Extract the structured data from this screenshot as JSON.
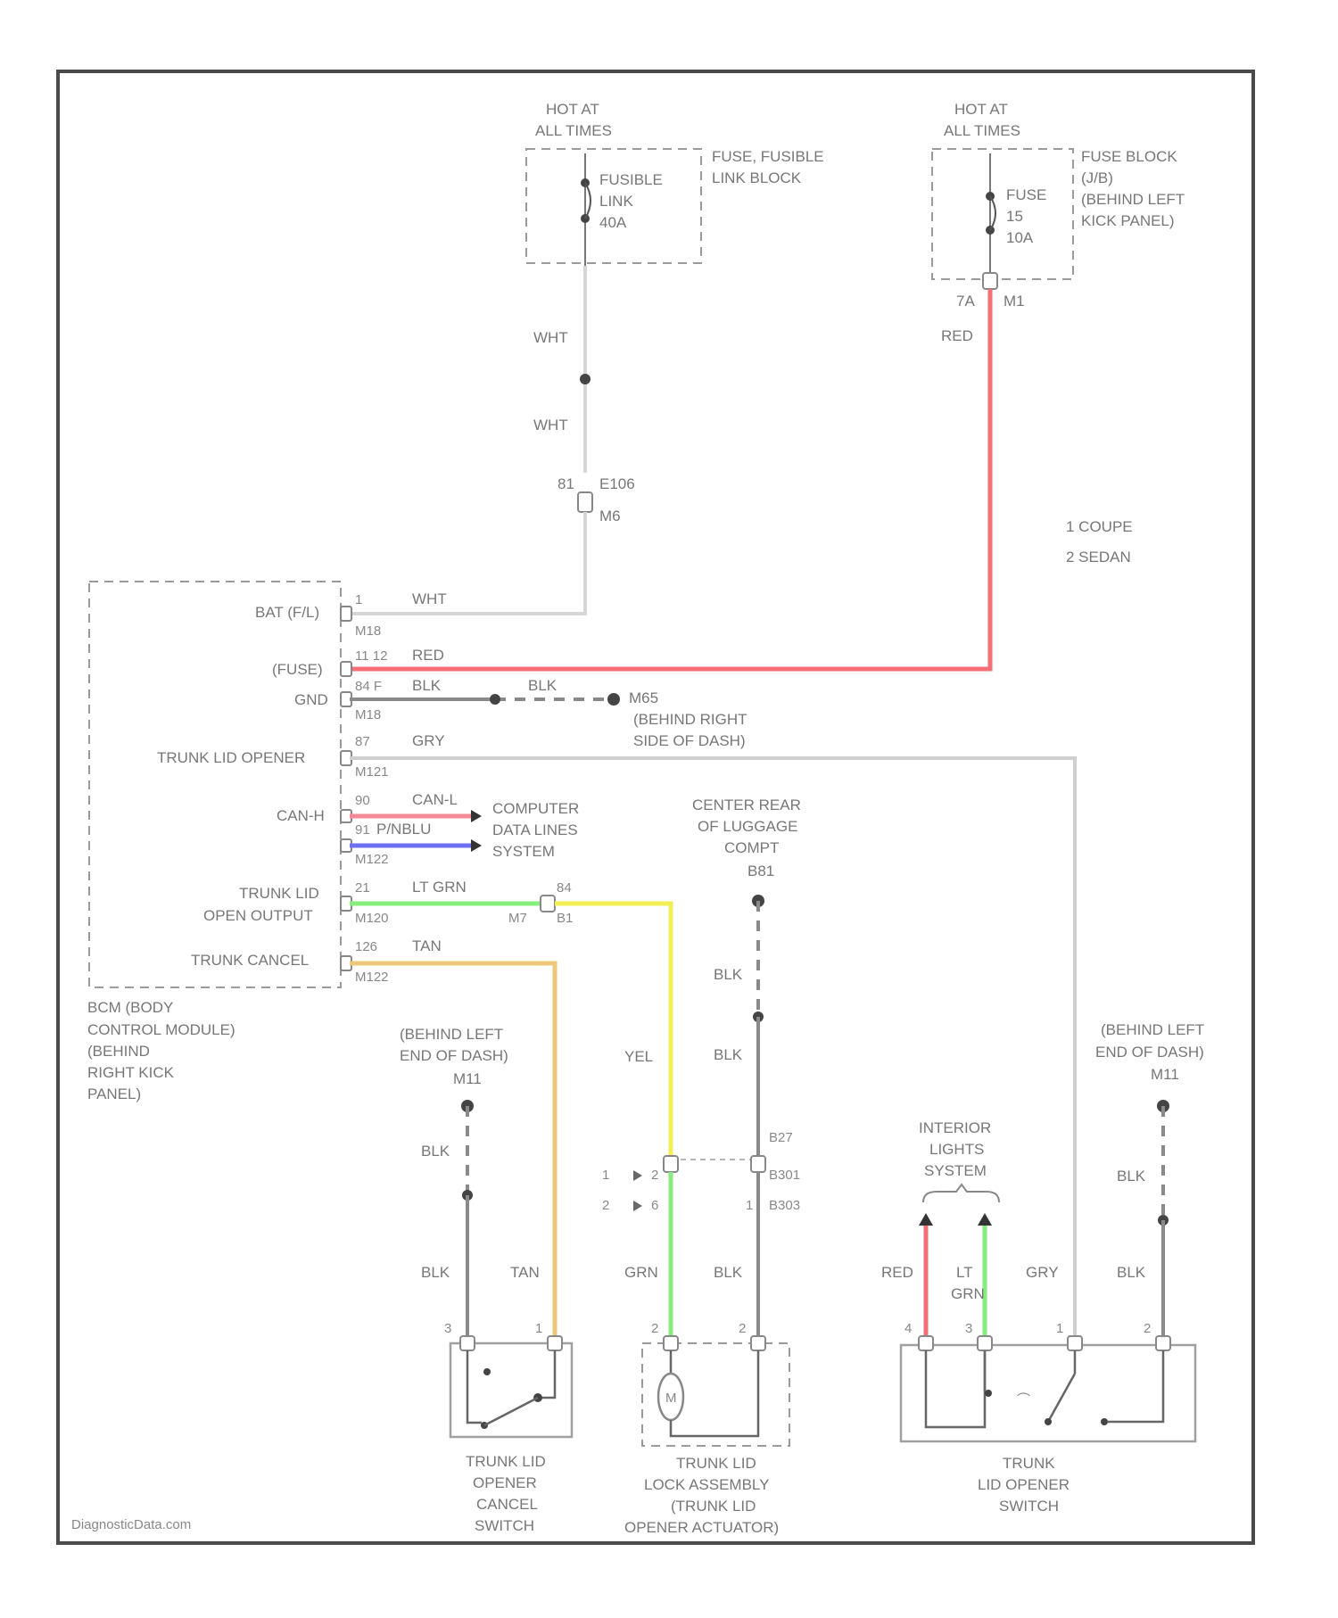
{
  "colors": {
    "wht": "#d6d6d6",
    "red": "#f56f77",
    "blk": "#8a8a8a",
    "gry": "#cfcfcf",
    "can_l": "#f58a96",
    "can_h": "#6f6ff2",
    "lt_grn": "#86ee7c",
    "yel": "#f2ef55",
    "tan": "#edc77a",
    "grn": "#8aec7e"
  },
  "sources": {
    "left": {
      "hot": [
        "HOT AT",
        "ALL TIMES"
      ],
      "fuse": [
        "FUSIBLE",
        "LINK",
        "40A"
      ],
      "block": [
        "FUSE, FUSIBLE",
        "LINK BLOCK"
      ]
    },
    "right": {
      "hot": [
        "HOT AT",
        "ALL TIMES"
      ],
      "fuse": [
        "FUSE",
        "15",
        "10A"
      ],
      "block": [
        "FUSE BLOCK",
        "(J/B)",
        "(BEHIND LEFT",
        "KICK PANEL)"
      ],
      "pins": [
        "7A",
        "M1"
      ]
    }
  },
  "wire_labels": {
    "wht1": "WHT",
    "wht2": "WHT",
    "red": "RED",
    "conn_left": "81",
    "conn_e": "E106",
    "conn_m": "M6",
    "bat_pin": "1",
    "bat_wire": "WHT",
    "bat_conn": "M18",
    "fuse_pin": "11 12",
    "fuse_wire": "RED",
    "gnd_pin": "84 F",
    "gnd_wire1": "BLK",
    "gnd_wire2": "BLK",
    "gnd_conn": "M18",
    "gnd_ground": "M65",
    "ground_loc": [
      "(BEHIND RIGHT",
      "SIDE OF DASH)"
    ],
    "trunk_pin": "87",
    "trunk_wire": "GRY",
    "trunk_conn": "M121",
    "can_pin1": "90",
    "can_wire1": "CAN-L",
    "can_pin2": "91",
    "can_wire2": "P/NBLU",
    "can_conn": "M122",
    "can_dest": [
      "COMPUTER",
      "DATA LINES",
      "SYSTEM"
    ],
    "open_pin": "21",
    "open_wire": "LT GRN",
    "open_conn": "M120",
    "open_pin2": "84",
    "open_j": "M7",
    "open_j2": "B1",
    "cancel_pin": "126",
    "cancel_wire": "TAN",
    "cancel_conn": "M122",
    "rear_loc": [
      "CENTER REAR",
      "OF LUGGAGE",
      "COMPT"
    ],
    "rear_ground": "B81",
    "blk_a": "BLK",
    "blk_b": "BLK",
    "yel": "YEL",
    "b27": "B27",
    "sel1": "1",
    "sel2": "2",
    "p2": "2",
    "p6": "6",
    "b301": "B301",
    "b303": "B303",
    "p1": "1",
    "left_gnd_loc": [
      "(BEHIND LEFT",
      "END OF DASH)"
    ],
    "left_gnd": "M11",
    "right_gnd_loc": [
      "(BEHIND LEFT",
      "END OF DASH)"
    ],
    "right_gnd": "M11",
    "left_blk1": "BLK",
    "left_blk2": "BLK",
    "left_tan": "TAN",
    "mid_grn": "GRN",
    "mid_blk": "BLK",
    "int_lights": [
      "INTERIOR",
      "LIGHTS",
      "SYSTEM"
    ],
    "right_red": "RED",
    "right_ltgrn": [
      "LT",
      "GRN"
    ],
    "right_gry": "GRY",
    "right_blk1": "BLK",
    "right_blk2": "BLK",
    "sw_pin3": "3",
    "sw_pin1": "1",
    "act_pin2": "2",
    "act_pin2b": "2",
    "tr_pin4": "4",
    "tr_pin3": "3",
    "tr_pin1": "1",
    "tr_pin2": "2"
  },
  "bcm": {
    "pins": [
      "BAT (F/L)",
      "(FUSE)",
      "GND",
      "TRUNK LID OPENER",
      "CAN-H",
      "TRUNK LID",
      "OPEN OUTPUT",
      "TRUNK CANCEL"
    ],
    "name": [
      "BCM (BODY",
      "CONTROL MODULE)",
      "(BEHIND",
      "RIGHT KICK",
      "PANEL)"
    ]
  },
  "legend": [
    "1  COUPE",
    "2  SEDAN"
  ],
  "components": {
    "cancel_switch": [
      "TRUNK LID",
      "OPENER",
      "CANCEL",
      "SWITCH"
    ],
    "actuator": [
      "TRUNK LID",
      "LOCK ASSEMBLY",
      "(TRUNK LID",
      "OPENER ACTUATOR)"
    ],
    "actuator_symbol": "M",
    "opener_switch": [
      "TRUNK",
      "LID OPENER",
      "SWITCH"
    ]
  },
  "watermark": "DiagnosticData.com"
}
